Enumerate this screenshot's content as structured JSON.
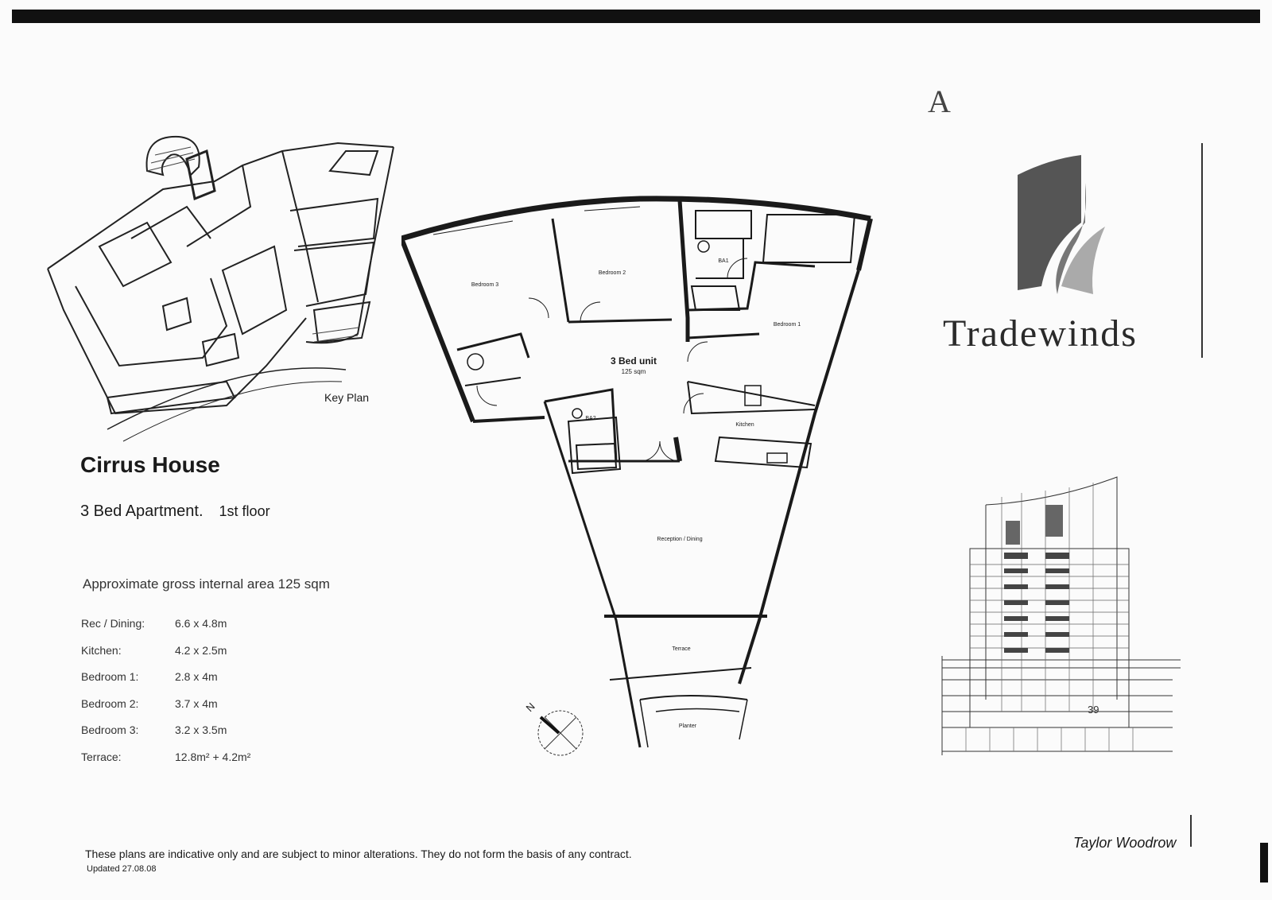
{
  "marker": "A",
  "brand": {
    "name": "Tradewinds",
    "color": "#2a2a2a"
  },
  "key_plan": {
    "label": "Key Plan"
  },
  "building": {
    "name": "Cirrus House",
    "apartment": "3 Bed Apartment.",
    "floor": "1st floor"
  },
  "area_text": "Approximate gross internal area 125 sqm",
  "rooms": [
    {
      "name": "Rec / Dining:",
      "size": "6.6 x 4.8m"
    },
    {
      "name": "Kitchen:",
      "size": "4.2 x 2.5m"
    },
    {
      "name": "Bedroom 1:",
      "size": "2.8 x 4m"
    },
    {
      "name": "Bedroom 2:",
      "size": "3.7 x 4m"
    },
    {
      "name": "Bedroom 3:",
      "size": "3.2 x 3.5m"
    },
    {
      "name": "Terrace:",
      "size": "12.8m² + 4.2m²"
    }
  ],
  "plan_labels": {
    "unit": "3 Bed unit",
    "unit_area": "125 sqm",
    "bedroom1": "Bedroom 1",
    "bedroom2": "Bedroom 2",
    "bedroom3": "Bedroom 3",
    "ba1": "BA1",
    "ba2": "BA2",
    "kitchen": "Kitchen",
    "reception": "Reception / Dining",
    "terrace": "Terrace",
    "planter": "Planter"
  },
  "compass_label": "N",
  "elevation_number": "39",
  "developer": "Taylor Woodrow",
  "disclaimer": "These plans are indicative only and are subject to minor alterations. They do not form the basis of any contract.",
  "updated": "Updated 27.08.08"
}
